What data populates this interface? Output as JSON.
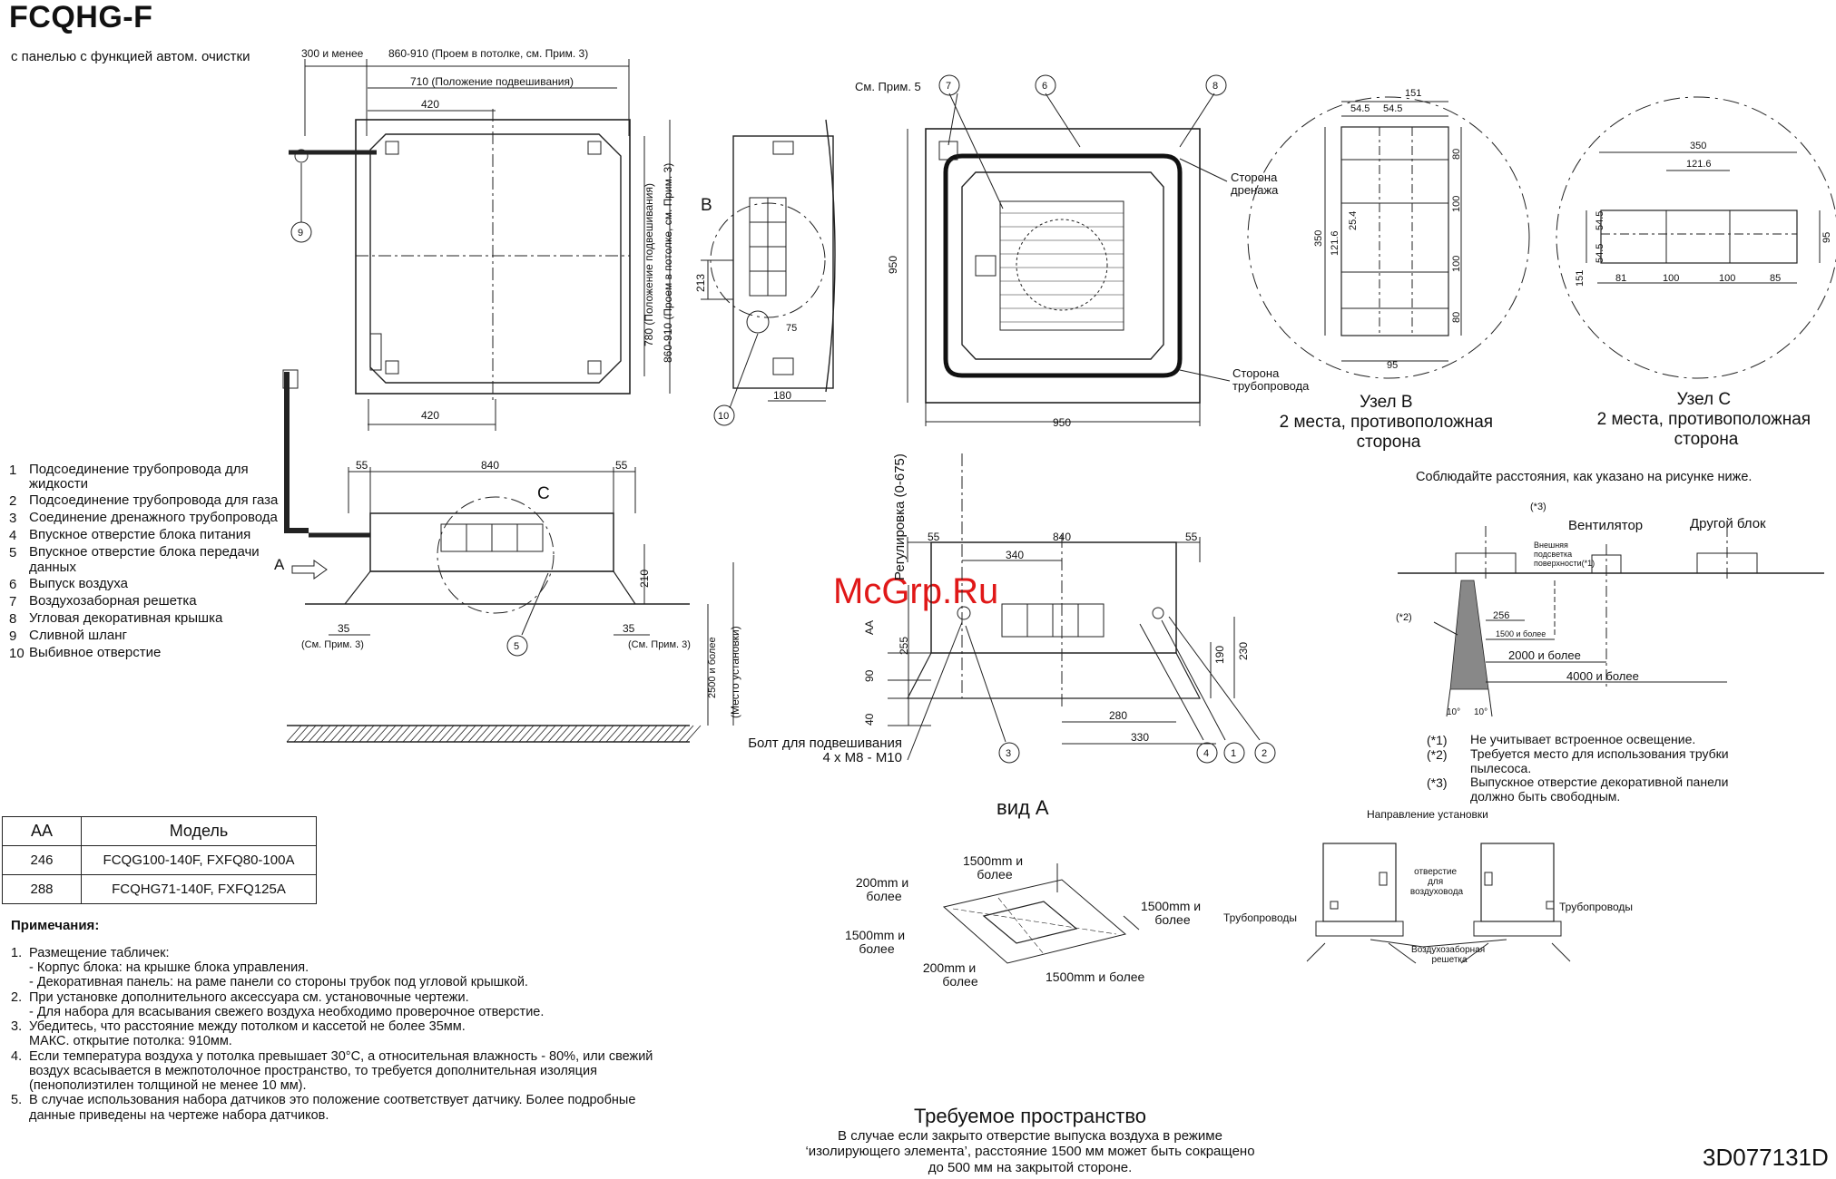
{
  "title": "FCQHG-F",
  "subtitle": "с панелью с функцией автом. очистки",
  "legend": [
    {
      "num": "1",
      "label": "Подсоединение трубопровода для жидкости"
    },
    {
      "num": "2",
      "label": "Подсоединение трубопровода для газа"
    },
    {
      "num": "3",
      "label": "Соединение дренажного трубопровода"
    },
    {
      "num": "4",
      "label": "Впускное отверстие блока питания"
    },
    {
      "num": "5",
      "label": "Впускное отверстие блока передачи данных"
    },
    {
      "num": "6",
      "label": "Выпуск воздуха"
    },
    {
      "num": "7",
      "label": "Воздухозаборная решетка"
    },
    {
      "num": "8",
      "label": "Угловая декоративная крышка"
    },
    {
      "num": "9",
      "label": "Сливной шланг"
    },
    {
      "num": "10",
      "label": "Выбивное отверстие"
    }
  ],
  "model_table": {
    "headers": [
      "AA",
      "Модель"
    ],
    "rows": [
      [
        "246",
        "FCQG100-140F, FXFQ80-100A"
      ],
      [
        "288",
        "FCQHG71-140F, FXFQ125A"
      ]
    ]
  },
  "notes": {
    "heading": "Примечания:",
    "items": [
      {
        "num": "1.",
        "text": "Размещение табличек:\n- Корпус блока: на крышке блока управления.\n- Декоративная панель: на раме панели со стороны трубок под угловой крышкой."
      },
      {
        "num": "2.",
        "text": "При установке дополнительного аксессуара см. установочные чертежи.\n- Для набора для всасывания свежего воздуха необходимо проверочное отверстие."
      },
      {
        "num": "3.",
        "text": "Убедитесь, что расстояние между потолком и кассетой не более 35мм.\nМАКС. открытие потолка: 910мм."
      },
      {
        "num": "4.",
        "text": "Если температура воздуха у потолка превышает 30°C, а относительная влажность - 80%, или свежий\nвоздух всасывается в межпотолочное пространство, то требуется дополнительная изоляция\n(пенополиэтилен толщиной не менее 10 мм)."
      },
      {
        "num": "5.",
        "text": "В случае использования набора датчиков это положение соответствует датчику. Более подробные\nданные приведены на чертеже набора датчиков."
      }
    ]
  },
  "required_space": {
    "heading": "Требуемое пространство",
    "text": "В случае если закрыто отверстие выпуска воздуха в режиме\n‘изолирующего элемента’, расстояние 1500 мм может быть сокращено\nдо 500 мм на закрытой стороне."
  },
  "doc_code": "3D077131D",
  "watermark": "McGrp.Ru",
  "top_view": {
    "dim_300": "300 и менее",
    "dim_860": "860-910 (Проем в потолке, см. Прим. 3)",
    "dim_710": "710 (Положение подвешивания)",
    "dim_420_top": "420",
    "dim_420_bottom": "420",
    "dim_780": "780 (Положение подвешивания)",
    "dim_860v": "860-910 (Проем в потолке, см. Прим. 3)",
    "call_9": "9"
  },
  "side_view_b": {
    "label_b": "B",
    "dim_213": "213",
    "dim_75": "75",
    "dim_180": "180",
    "call_10": "10"
  },
  "front_view_950": {
    "note5": "См. Прим. 5",
    "call_7": "7",
    "call_6": "6",
    "call_8": "8",
    "drain_side": "Сторона\nдренажа",
    "pipe_side": "Сторона\nтрубопровода",
    "dim_950h": "950",
    "dim_950v": "950"
  },
  "detail_b": {
    "d151": "151",
    "d545a": "54.5",
    "d545b": "54.5",
    "d80a": "80",
    "d100a": "100",
    "d100b": "100",
    "d80b": "80",
    "d350": "350",
    "d1216": "121.6",
    "d254": "25.4",
    "d95": "95",
    "caption": "Узел B\n2 места, противоположная\nсторона"
  },
  "detail_c": {
    "d350": "350",
    "d1216": "121.6",
    "d545a": "54.5",
    "d545b": "54.5",
    "d95": "95",
    "d151": "151",
    "d81": "81",
    "d100a": "100",
    "d100b": "100",
    "d85": "85",
    "caption": "Узел C\n2 места, противоположная\nсторона"
  },
  "side_view_a": {
    "dim_55a": "55",
    "dim_840": "840",
    "dim_55b": "55",
    "label_c": "C",
    "label_a": "A",
    "dim_210": "210",
    "dim_35a": "35",
    "dim_35b": "35",
    "note3a": "(См. Прим. 3)",
    "note3b": "(См. Прим. 3)",
    "call_5": "5",
    "dim_2500": "2500 и более",
    "install_place": "(Место установки)"
  },
  "view_a": {
    "adjust": "Регулировка (0-675)",
    "dim_55a": "55",
    "dim_840": "840",
    "dim_55b": "55",
    "dim_340": "340",
    "dim_aa": "AA",
    "dim_255": "255",
    "dim_90": "90",
    "dim_40": "40",
    "dim_190": "190",
    "dim_230": "230",
    "dim_280": "280",
    "dim_330": "330",
    "bolt": "Болт для подвешивания",
    "bolt_size": "4 x M8 - M10",
    "call_3": "3",
    "call_4": "4",
    "call_1": "1",
    "call_2": "2",
    "caption": "вид A"
  },
  "clearance": {
    "heading": "Соблюдайте расстояния, как указано на рисунке ниже.",
    "star3": "(*3)",
    "fan": "Вентилятор",
    "other": "Другой блок",
    "lighting": "Внешняя\nподсветка\nповерхности(*1)",
    "star2": "(*2)",
    "d256": "256",
    "d1500": "1500 и более",
    "d2000": "2000 и более",
    "d4000": "4000 и более",
    "ang1": "10°",
    "ang2": "10°"
  },
  "callout_notes": [
    {
      "num": "(*1)",
      "text": "Не учитывает встроенное освещение."
    },
    {
      "num": "(*2)",
      "text": "Требуется место для использования трубки\nпылесоса."
    },
    {
      "num": "(*3)",
      "text": "Выпускное отверстие декоративной панели\nдолжно быть свободным."
    }
  ],
  "space_iso": {
    "a": "1500mm и\nболее",
    "b": "200mm и\nболее",
    "c": "1500mm и\nболее",
    "d": "1500mm и\nболее",
    "e": "200mm и\nболее",
    "f": "1500mm и более"
  },
  "install_dir": {
    "heading": "Направление установки",
    "pipes_left": "Трубопроводы",
    "pipes_right": "Трубопроводы",
    "duct": "отверстие\nдля\nвоздуховода",
    "grille": "Воздухозаборная\nрешетка"
  }
}
